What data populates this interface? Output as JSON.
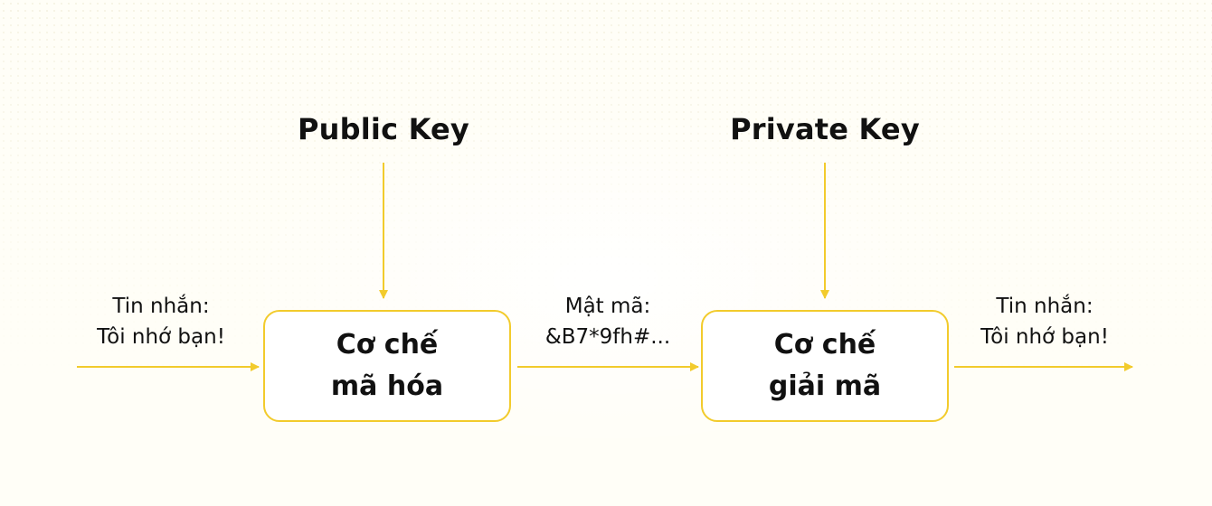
{
  "colors": {
    "accent": "#f2cb2c",
    "text": "#111111",
    "background": "#fffef7"
  },
  "keys": {
    "public": "Public Key",
    "private": "Private Key"
  },
  "boxes": {
    "encrypt": {
      "line1": "Cơ chế",
      "line2": "mã hóa"
    },
    "decrypt": {
      "line1": "Cơ chế",
      "line2": "giải mã"
    }
  },
  "input_message": {
    "line1": "Tin nhắn:",
    "line2": "Tôi nhớ bạn!"
  },
  "cipher_text": {
    "line1": "Mật mã:",
    "line2": "&B7*9fh#..."
  },
  "output_message": {
    "line1": "Tin nhắn:",
    "line2": "Tôi nhớ bạn!"
  }
}
